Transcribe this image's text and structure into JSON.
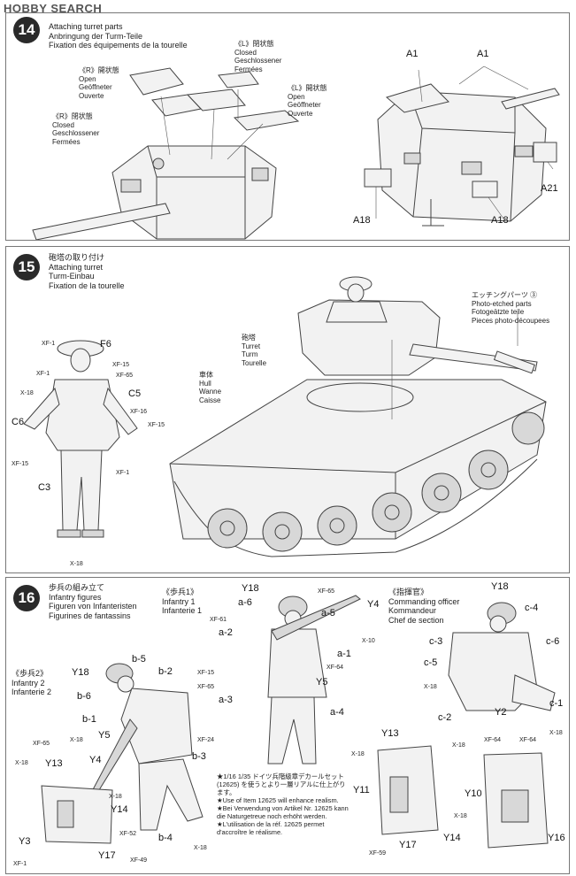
{
  "watermark": "HOBBY SEARCH",
  "steps": {
    "s14": {
      "number": "14",
      "title": [
        "Attaching turret parts",
        "Anbringung der Turm-Teile",
        "Fixation des équipements de la tourelle"
      ],
      "labels": {
        "r_open": [
          "《R》開状態",
          "Open",
          "Geöffneter",
          "Ouverte"
        ],
        "r_closed": [
          "《R》閉状態",
          "Closed",
          "Geschlossener",
          "Fermées"
        ],
        "l_closed": [
          "《L》閉状態",
          "Closed",
          "Geschlossener",
          "Fermées"
        ],
        "l_open": [
          "《L》開状態",
          "Open",
          "Geöffneter",
          "Ouverte"
        ]
      },
      "parts": [
        "A1",
        "A1",
        "A21",
        "A18",
        "A18"
      ]
    },
    "s15": {
      "number": "15",
      "title": [
        "砲塔の取り付け",
        "Attaching turret",
        "Turm-Einbau",
        "Fixation de la tourelle"
      ],
      "photo_etched": [
        "エッチングパーツ ③",
        "Photo-etched parts",
        "Fotogeätzte teile",
        "Pieces photo-découpees"
      ],
      "turret": [
        "砲塔",
        "Turret",
        "Turm",
        "Tourelle"
      ],
      "hull": [
        "車体",
        "Hull",
        "Wanne",
        "Caisse"
      ],
      "figure_parts": [
        "F6",
        "C5",
        "C6",
        "C3"
      ],
      "paints": [
        "XF-1",
        "XF-15",
        "XF-65",
        "XF-1",
        "X-18",
        "XF-16",
        "XF-15",
        "XF-15",
        "XF-1",
        "X-18"
      ]
    },
    "s16": {
      "number": "16",
      "title": [
        "歩兵の組み立て",
        "Infantry figures",
        "Figuren von Infanteristen",
        "Figurines de fantassins"
      ],
      "infantry1": [
        "《歩兵1》",
        "Infantry 1",
        "Infanterie 1"
      ],
      "infantry2": [
        "《歩兵2》",
        "Infantry 2",
        "Infanterie 2"
      ],
      "commander": [
        "《指揮官》",
        "Commanding officer",
        "Kommandeur",
        "Chef de section"
      ],
      "inf1_parts": [
        "Y18",
        "a-6",
        "a-5",
        "Y4",
        "a-2",
        "a-1",
        "Y5",
        "a-3",
        "a-4"
      ],
      "inf1_paints": [
        "XF-65",
        "XF-61",
        "X-10",
        "XF-64",
        "XF-15"
      ],
      "cmd_parts": [
        "Y18",
        "c-4",
        "c-3",
        "c-6",
        "c-5",
        "Y2",
        "c-2",
        "c-1"
      ],
      "cmd_paints": [
        "X-18",
        "X-18"
      ],
      "inf2_parts": [
        "Y18",
        "b-5",
        "b-2",
        "b-6",
        "b-1",
        "Y5",
        "Y4",
        "b-3",
        "Y13",
        "Y14",
        "Y3",
        "Y17",
        "b-4"
      ],
      "inf2_paints": [
        "XF-65",
        "X-18",
        "XF-24",
        "XF-65",
        "X-18",
        "X-18",
        "XF-52",
        "XF-1",
        "XF-49",
        "X-18"
      ],
      "detail_parts": [
        "Y13",
        "Y11",
        "Y17",
        "Y14",
        "Y10",
        "Y16"
      ],
      "detail_paints": [
        "X-18",
        "X-18",
        "XF-59",
        "XF-64",
        "XF-64",
        "X-18"
      ],
      "note": [
        "★1/16 1/35 ドイツ兵階級章デカールセット (12625) を使うとより一層リアルに仕上がります。",
        "★Use of Item 12625 will enhance realism.",
        "★Bei Verwendung von Artikel Nr. 12625 kann die Naturgetreue noch erhöht werden.",
        "★L'utilisation de la réf. 12625 permet d'accroître le réalisme."
      ]
    }
  }
}
